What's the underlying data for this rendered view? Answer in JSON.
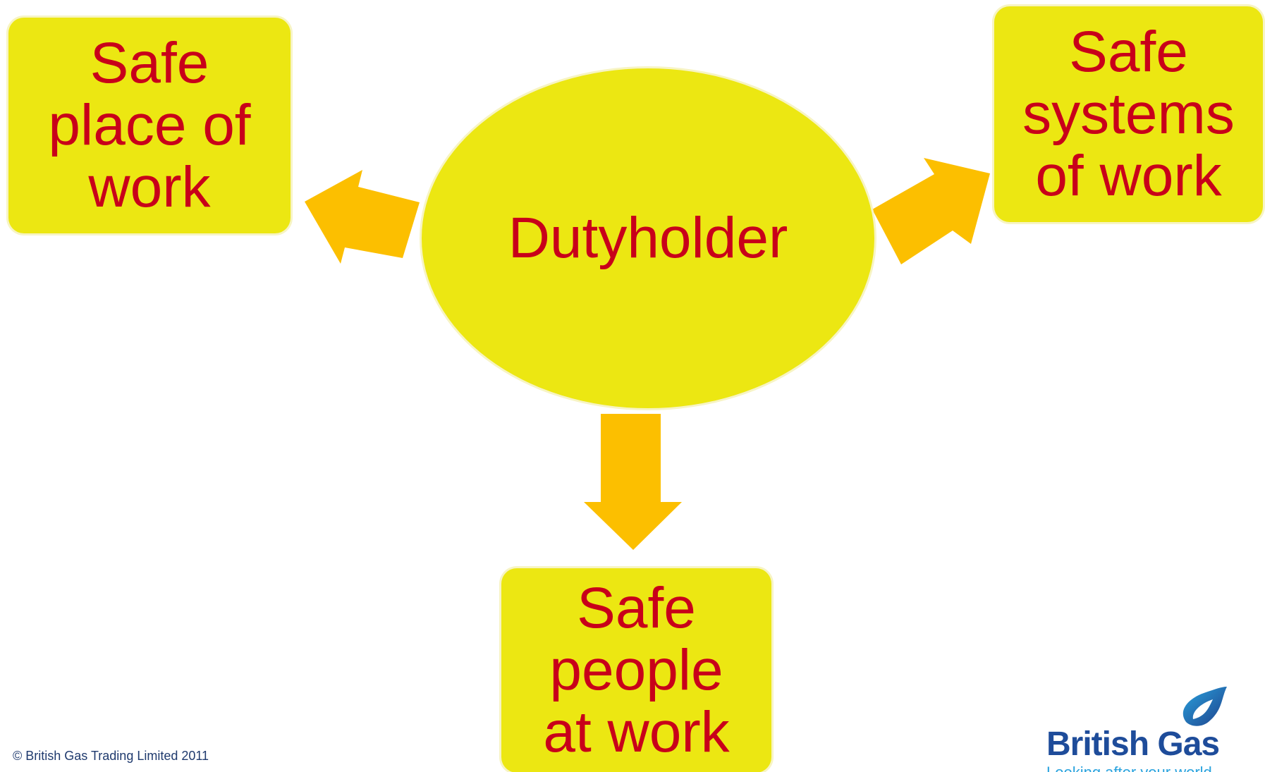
{
  "nodes": {
    "center": "Dutyholder",
    "left": "Safe\nplace of\nwork",
    "right": "Safe\nsystems\nof work",
    "bottom": "Safe\npeople\nat work"
  },
  "footer": {
    "copyright": "© British Gas Trading Limited 2011"
  },
  "logo": {
    "brand": "British Gas",
    "tagline": "Looking after your world",
    "icon": "flame-icon"
  },
  "colors": {
    "box_fill": "#ece712",
    "text": "#c8001a",
    "arrow": "#fcbf00",
    "brand_blue": "#1e4c9a"
  }
}
